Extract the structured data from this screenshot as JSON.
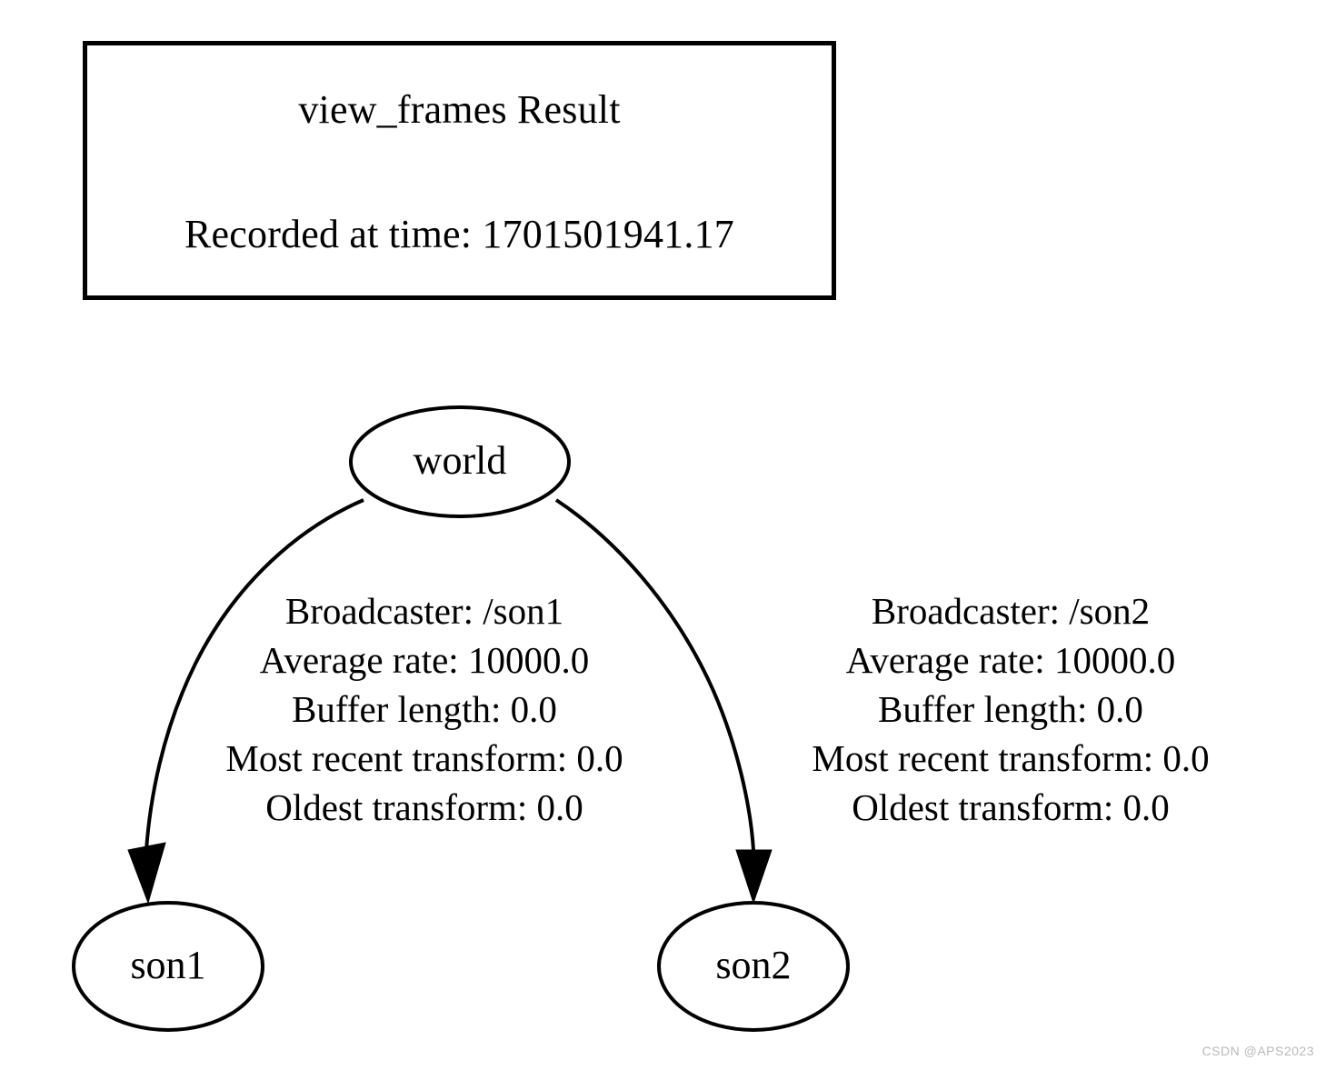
{
  "header": {
    "title": "view_frames Result",
    "subtitle": "Recorded at time: 1701501941.17"
  },
  "graph": {
    "nodes": [
      {
        "id": "world",
        "label": "world"
      },
      {
        "id": "son1",
        "label": "son1"
      },
      {
        "id": "son2",
        "label": "son2"
      }
    ],
    "edges": [
      {
        "from": "world",
        "to": "son1",
        "label_lines": [
          "Broadcaster: /son1",
          "Average rate: 10000.0",
          "Buffer length: 0.0",
          "Most recent transform: 0.0",
          "Oldest transform: 0.0"
        ],
        "broadcaster": "/son1",
        "average_rate": "10000.0",
        "buffer_length": "0.0",
        "most_recent_transform": "0.0",
        "oldest_transform": "0.0"
      },
      {
        "from": "world",
        "to": "son2",
        "label_lines": [
          "Broadcaster: /son2",
          "Average rate: 10000.0",
          "Buffer length: 0.0",
          "Most recent transform: 0.0",
          "Oldest transform: 0.0"
        ],
        "broadcaster": "/son2",
        "average_rate": "10000.0",
        "buffer_length": "0.0",
        "most_recent_transform": "0.0",
        "oldest_transform": "0.0"
      }
    ]
  },
  "watermark": {
    "text": "CSDN @APS2023"
  },
  "colors": {
    "background": "#ffffff",
    "stroke": "#000000",
    "text": "#000000",
    "watermark": "#b9b9b9"
  }
}
